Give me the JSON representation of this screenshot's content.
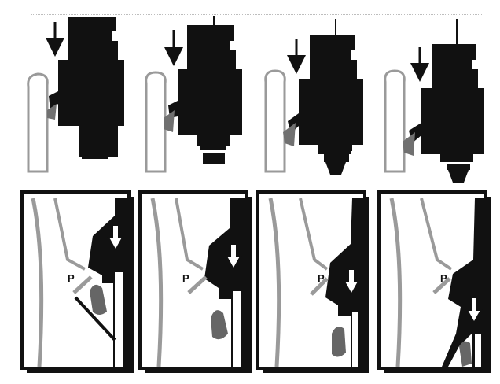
{
  "figure": {
    "top_row": {
      "stages": [
        {
          "label_visible": false
        },
        {
          "label_visible": false
        },
        {
          "label_visible": false
        },
        {
          "label_visible": false
        }
      ]
    },
    "bottom_row": {
      "stages": [
        {
          "label": "P"
        },
        {
          "label": "P"
        },
        {
          "label": "P"
        },
        {
          "label": "P"
        }
      ]
    }
  },
  "colors": {
    "ink": "#111111",
    "paper": "#ffffff",
    "outline_gray": "#9a9a9a",
    "clip_gray": "#707070",
    "tab_gray": "#666666"
  },
  "icons": {
    "down_arrow": "down-arrow-icon",
    "up_arrow": "up-arrow-icon",
    "hollow_down_arrow": "hollow-down-arrow-icon"
  }
}
